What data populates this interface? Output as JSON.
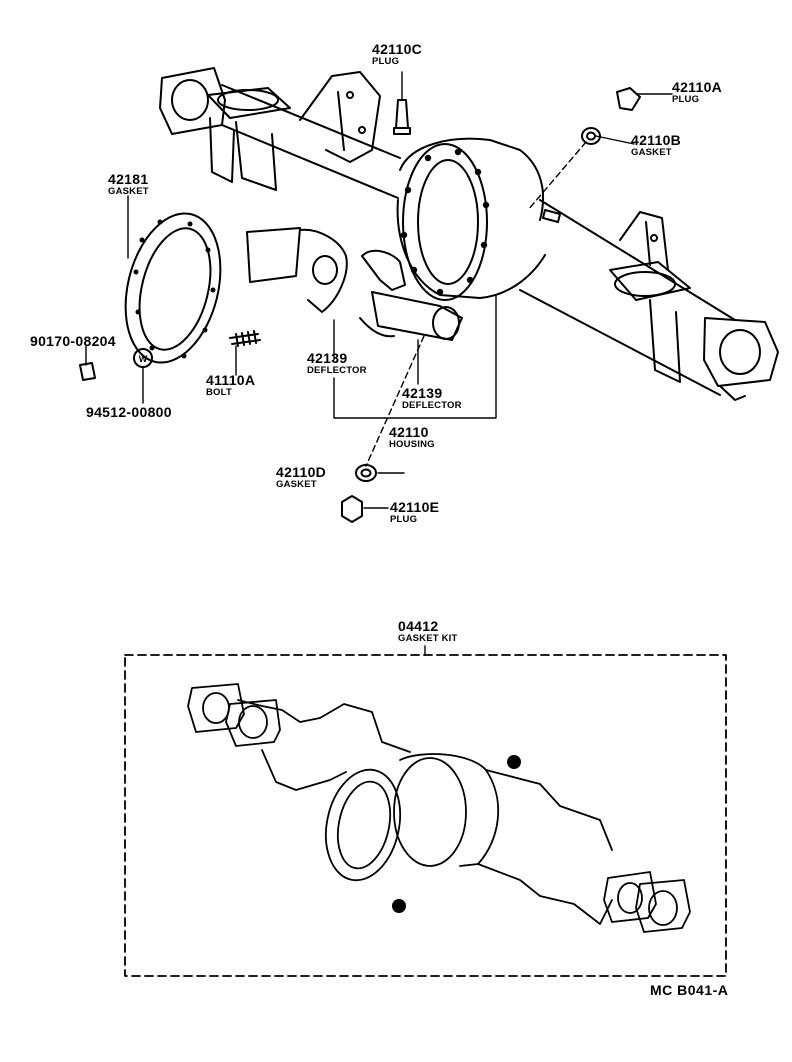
{
  "parts": [
    {
      "id": "p42110C",
      "number": "42110C",
      "name": "PLUG"
    },
    {
      "id": "p42110A",
      "number": "42110A",
      "name": "PLUG"
    },
    {
      "id": "p42110B",
      "number": "42110B",
      "name": "GASKET"
    },
    {
      "id": "p42181",
      "number": "42181",
      "name": "GASKET"
    },
    {
      "id": "p90170",
      "number": "90170-08204",
      "name": ""
    },
    {
      "id": "p41110A",
      "number": "41110A",
      "name": "BOLT"
    },
    {
      "id": "p94512",
      "number": "94512-00800",
      "name": ""
    },
    {
      "id": "p42139a",
      "number": "42139",
      "name": "DEFLECTOR"
    },
    {
      "id": "p42139b",
      "number": "42139",
      "name": "DEFLECTOR"
    },
    {
      "id": "p42110",
      "number": "42110",
      "name": "HOUSING"
    },
    {
      "id": "p42110D",
      "number": "42110D",
      "name": "GASKET"
    },
    {
      "id": "p42110E",
      "number": "42110E",
      "name": "PLUG"
    },
    {
      "id": "p04412",
      "number": "04412",
      "name": "GASKET KIT"
    }
  ],
  "washer_mark": "W",
  "reference": "MC  B041-A"
}
